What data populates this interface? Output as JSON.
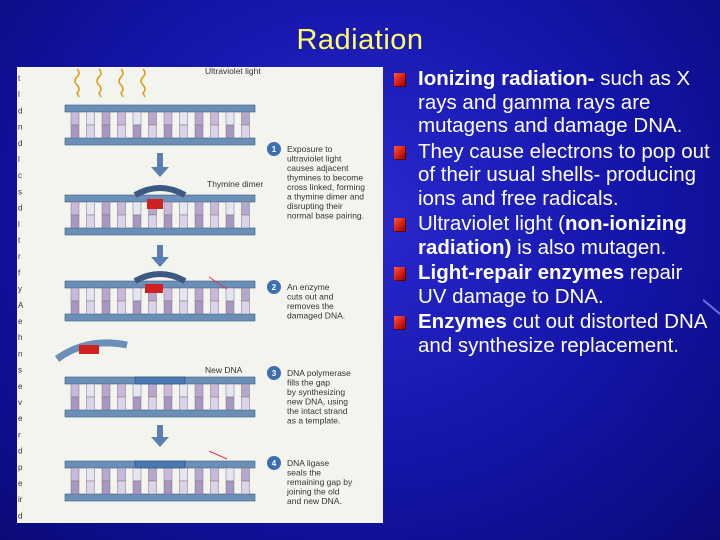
{
  "slide": {
    "title": "Radiation",
    "bullets": [
      {
        "bold": "Ionizing radiation-",
        "text": " such as X rays and gamma rays are mutagens and damage DNA."
      },
      {
        "bold": "",
        "text": "They cause electrons to pop out of their usual shells- producing ions and free radicals."
      },
      {
        "pre": "Ultraviolet light (",
        "bold": "non-ionizing radiation)",
        "text": " is also mutagen."
      },
      {
        "bold": "Light-repair enzymes",
        "text": " repair UV damage to DNA."
      },
      {
        "bold": "Enzymes",
        "text": " cut out distorted DNA and synthesize replacement."
      }
    ]
  },
  "figure": {
    "uv_label": "Ultraviolet light",
    "dimer_label": "Thymine dimer",
    "new_dna_label": "New DNA",
    "steps": [
      {
        "num": "1",
        "lines": [
          "Exposure to",
          "ultraviolet light",
          "causes adjacent",
          "thymines to become",
          "cross linked, forming",
          "a thymine dimer and",
          "disrupting their",
          "normal base pairing."
        ]
      },
      {
        "num": "2",
        "lines": [
          "An enzyme",
          "cuts out and",
          "removes the",
          "damaged DNA."
        ]
      },
      {
        "num": "3",
        "lines": [
          "DNA polymerase",
          "fills the gap",
          "by synthesizing",
          "new DNA, using",
          "the intact strand",
          "as a template."
        ]
      },
      {
        "num": "4",
        "lines": [
          "DNA ligase",
          "seals the",
          "remaining gap by",
          "joining the old",
          "and new DNA."
        ]
      }
    ],
    "margin_letters": [
      "t",
      "l",
      "d",
      "n",
      "d",
      "l",
      "c",
      "s",
      "d",
      "l",
      "t",
      "r",
      "f",
      "y",
      "A",
      "e",
      "h",
      "n",
      "s",
      "e",
      "v",
      "e",
      "r",
      "d",
      "p",
      "e",
      "ir",
      "d"
    ]
  }
}
